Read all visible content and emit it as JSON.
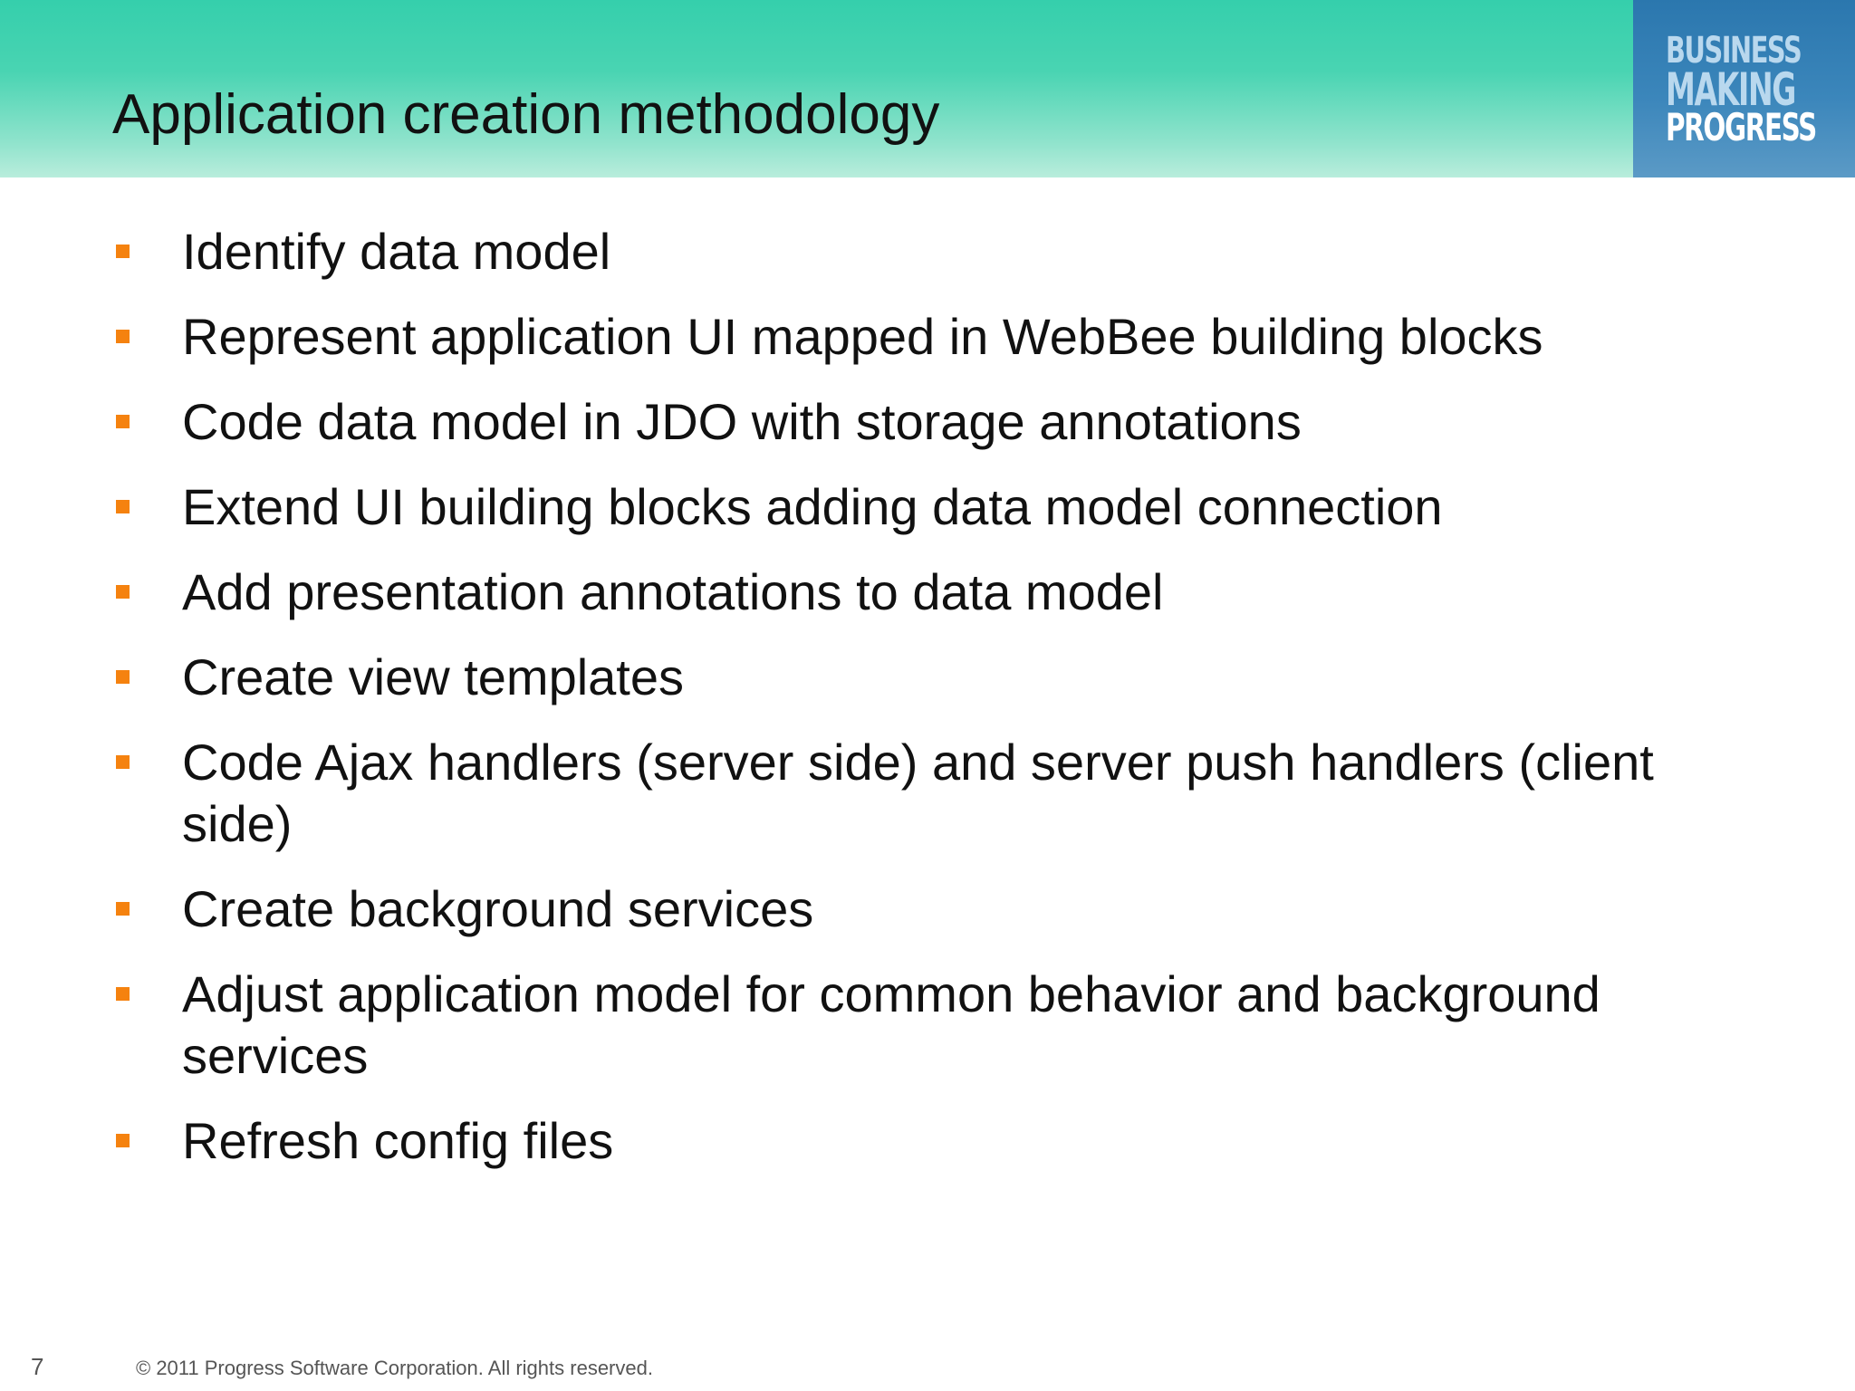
{
  "slide": {
    "title": "Application creation methodology",
    "logo": {
      "line1": "BUSINESS",
      "line2": "MAKING",
      "line3": "PROGRESS"
    },
    "bullets": [
      "Identify data model",
      "Represent application UI mapped in WebBee building blocks",
      "Code data model in JDO with storage annotations",
      "Extend UI building blocks adding data model connection",
      "Add presentation annotations to data model",
      "Create view templates",
      "Code Ajax handlers (server side) and server push handlers (client side)",
      "Create background services",
      "Adjust application model for common behavior and background services",
      "Refresh config files"
    ],
    "footer": {
      "page_number": "7",
      "copyright": "© 2011 Progress Software Corporation. All rights reserved."
    },
    "colors": {
      "header_teal": "#35cfac",
      "logo_blue": "#2b77ae",
      "bullet_orange": "#f5820f"
    }
  }
}
